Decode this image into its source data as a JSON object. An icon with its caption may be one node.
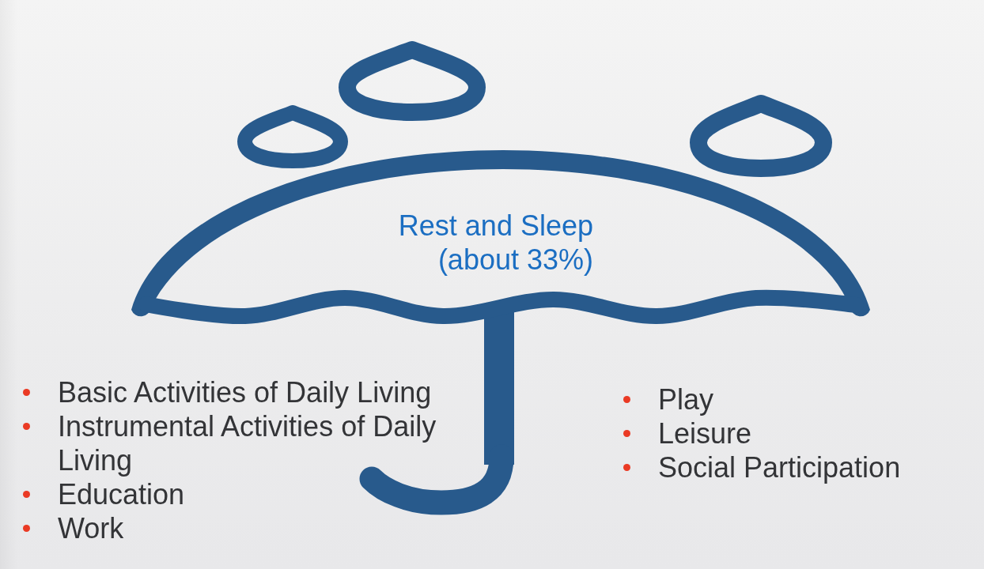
{
  "diagram": {
    "nodes": [
      {
        "text": [
          "Rest and Sleep (about 33%)"
        ]
      }
    ],
    "labels": [
      "Basic Activities of Daily Living",
      "Instrumental Activities of Daily Living",
      "Education",
      "Work",
      "Play",
      "Leisure",
      "Social Participation"
    ]
  }
}
